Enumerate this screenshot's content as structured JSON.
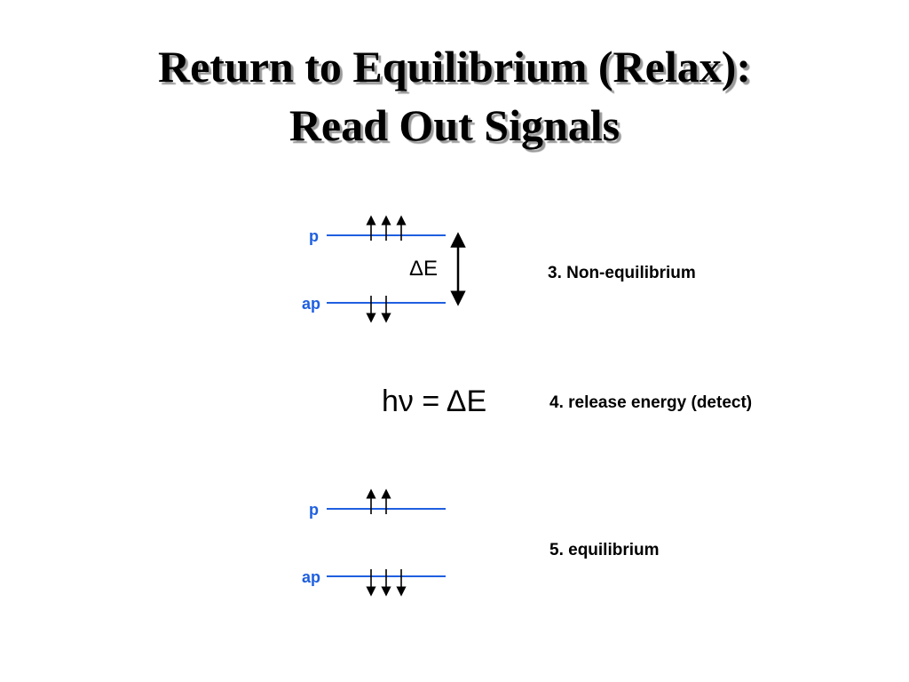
{
  "title": {
    "line1": "Return to Equilibrium (Relax):",
    "line2": "Read Out Signals"
  },
  "colors": {
    "level_line": "#1f5fe0",
    "level_label": "#1f5fe0",
    "arrow": "#000000",
    "text": "#000000"
  },
  "states": [
    {
      "p_label": "p",
      "ap_label": "ap",
      "p_spins_up": 3,
      "ap_spins_down": 2,
      "delta_label": "ΔE",
      "caption": "3. Non-equilibrium"
    },
    {
      "p_label": "p",
      "ap_label": "ap",
      "p_spins_up": 2,
      "ap_spins_down": 3,
      "caption": "5. equilibrium"
    }
  ],
  "equation": {
    "text": "hν = ΔE",
    "caption": "4. release energy (detect)"
  }
}
